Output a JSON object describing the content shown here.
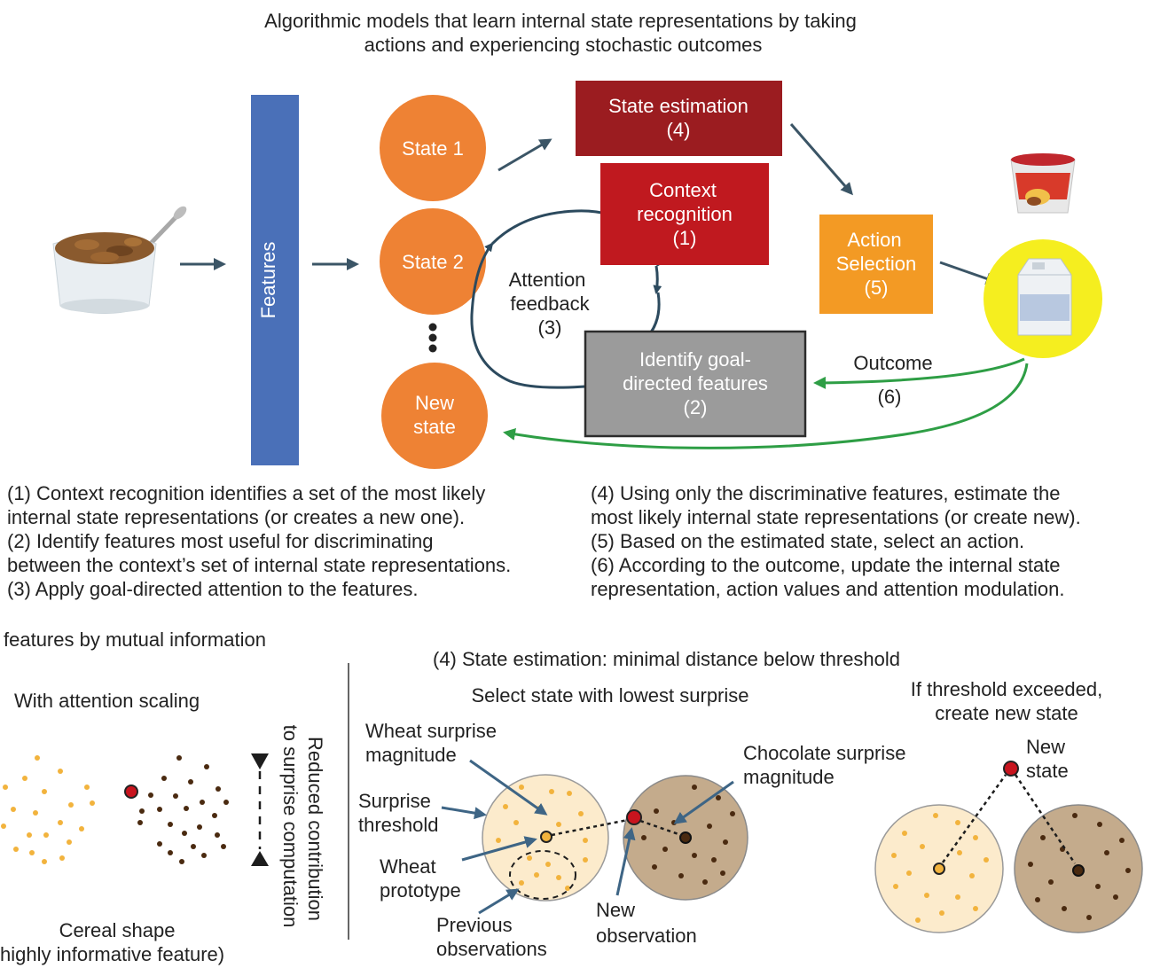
{
  "title": {
    "line1": "Algorithmic models that learn internal state representations by taking",
    "line2": "actions and experiencing stochastic outcomes"
  },
  "features_label": "Features",
  "states": {
    "state1": "State 1",
    "state2": "State 2",
    "new_line1": "New",
    "new_line2": "state"
  },
  "boxes": {
    "state_estimation": {
      "line1": "State estimation",
      "line2": "(4)"
    },
    "context_recognition": {
      "line1": "Context",
      "line2": "recognition",
      "line3": "(1)"
    },
    "action_selection": {
      "line1": "Action",
      "line2": "Selection",
      "line3": "(5)"
    },
    "goal_features": {
      "line1": "Identify goal-",
      "line2": "directed features",
      "line3": "(2)"
    }
  },
  "attention_feedback": {
    "line1": "Attention",
    "line2": "feedback",
    "line3": "(3)"
  },
  "outcome": {
    "line1": "Outcome",
    "line2": "(6)"
  },
  "steps_left": [
    "(1) Context recognition identifies a set of the most likely",
    "internal state representations (or creates a new one).",
    "(2) Identify features most useful for discriminating",
    "between the context’s set of internal state representations.",
    "(3) Apply goal-directed attention to the features."
  ],
  "steps_right": [
    "(4) Using only the discriminative features, estimate the",
    "most likely internal state representations (or create new).",
    "(5) Based on the estimated state, select an action.",
    "(6) According to the outcome, update the internal state",
    "representation, action values and attention modulation."
  ],
  "lower_left": {
    "header": "features by mutual information",
    "subheader": "With attention scaling",
    "rotated_line1": "Reduced contribution",
    "rotated_line2": "to surprise computation",
    "caption_line1": "Cereal shape",
    "caption_line2": "highly informative feature)"
  },
  "lower_right": {
    "header": "(4) State estimation: minimal distance below threshold",
    "select_label": "Select state with lowest surprise",
    "threshold_line1": "If threshold exceeded,",
    "threshold_line2": "create new state",
    "wheat_surprise_line1": "Wheat surprise",
    "wheat_surprise_line2": "magnitude",
    "surprise_threshold_line1": "Surprise",
    "surprise_threshold_line2": "threshold",
    "wheat_prototype_line1": "Wheat",
    "wheat_prototype_line2": "prototype",
    "previous_line1": "Previous",
    "previous_line2": "observations",
    "new_obs_line1": "New",
    "new_obs_line2": "observation",
    "chocolate_line1": "Chocolate surprise",
    "chocolate_line2": "magnitude",
    "new_state_line1": "New",
    "new_state_line2": "state"
  },
  "colors": {
    "features_bar": "#4a70b8",
    "state_circle": "#ee8234",
    "state_estimation": "#9b1c20",
    "context_recognition": "#c0191f",
    "action_selection": "#f39a24",
    "goal_features": "#9b9b9b",
    "feedback_loop": "#2c4a5e",
    "outcome_arrow": "#2e9e45",
    "highlight": "#f5ee1f",
    "wheat_fill": "#fcebcc",
    "wheat_dot": "#f2b33d",
    "choc_fill": "#c4ab8c",
    "choc_dot": "#4a2a10",
    "new_obs": "#c8141e"
  },
  "icons": [
    "cereal-bowl-icon",
    "yogurt-cup-icon",
    "milk-carton-icon"
  ]
}
